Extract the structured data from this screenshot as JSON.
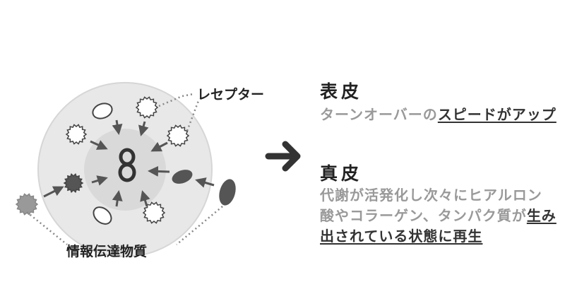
{
  "diagram": {
    "receptor_label": "レセプター",
    "messenger_label": "情報伝達物質"
  },
  "epidermis": {
    "title": "表皮",
    "text_plain": "ターンオーバーの",
    "text_highlight": "スピードがアップ"
  },
  "dermis": {
    "title": "真皮",
    "text_plain_1": "代謝が活発化し次々にヒアルロン酸やコラーゲン、タンパク質が",
    "text_highlight": "生み出されている状態に再生"
  },
  "colors": {
    "cell_outer": "#e6e6e6",
    "cell_inner": "#d9d9d9",
    "arrow": "#555555",
    "big_arrow": "#333333",
    "messenger_dark": "#555555",
    "messenger_mid": "#999999",
    "highlight_text": "#333333",
    "muted_text": "#999999"
  }
}
